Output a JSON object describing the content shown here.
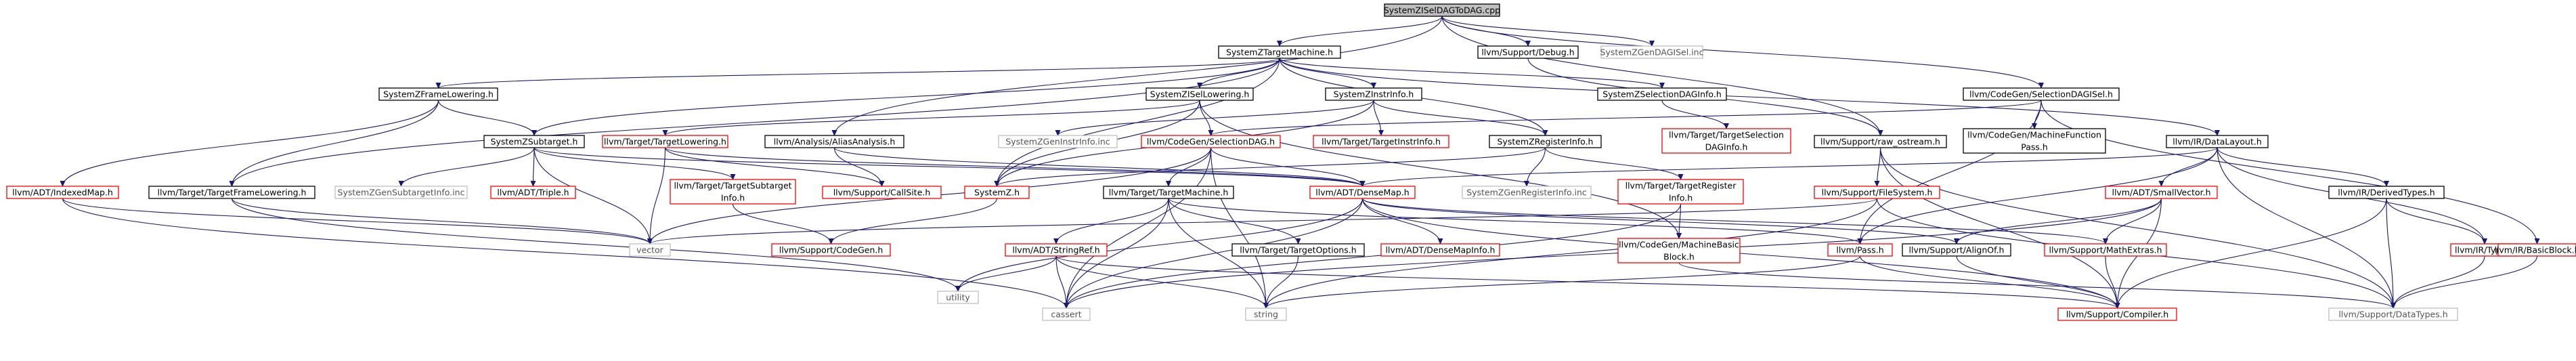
{
  "colors": {
    "edge": "#191970",
    "root_fill": "#bfbfbf",
    "node_border": "#000000",
    "external_node_border": "#bfbfbf",
    "red_node_border": "#ff0000",
    "background": "#ffffff"
  },
  "graph": {
    "nodes": [
      {
        "id": "root",
        "label": [
          "SystemZISelDAGToDAG.cpp"
        ],
        "kind": "root"
      },
      {
        "id": "tm",
        "label": [
          "SystemZTargetMachine.h"
        ],
        "kind": "normal"
      },
      {
        "id": "debug",
        "label": [
          "llvm/Support/Debug.h"
        ],
        "kind": "normal"
      },
      {
        "id": "gendagisel",
        "label": [
          "SystemZGenDAGISel.inc"
        ],
        "kind": "missing"
      },
      {
        "id": "framelowering",
        "label": [
          "SystemZFrameLowering.h"
        ],
        "kind": "normal"
      },
      {
        "id": "isellowering",
        "label": [
          "SystemZISelLowering.h"
        ],
        "kind": "normal"
      },
      {
        "id": "instrinfo",
        "label": [
          "SystemZInstrInfo.h"
        ],
        "kind": "normal"
      },
      {
        "id": "seldaginfo",
        "label": [
          "SystemZSelectionDAGInfo.h"
        ],
        "kind": "normal"
      },
      {
        "id": "cgseldagisel",
        "label": [
          "llvm/CodeGen/SelectionDAGISel.h"
        ],
        "kind": "normal"
      },
      {
        "id": "subtarget",
        "label": [
          "SystemZSubtarget.h"
        ],
        "kind": "normal"
      },
      {
        "id": "tlowering",
        "label": [
          "llvm/Target/TargetLowering.h"
        ],
        "kind": "red"
      },
      {
        "id": "aa",
        "label": [
          "llvm/Analysis/AliasAnalysis.h"
        ],
        "kind": "normal"
      },
      {
        "id": "geninstrinfo",
        "label": [
          "SystemZGenInstrInfo.inc"
        ],
        "kind": "missing"
      },
      {
        "id": "cgseldag",
        "label": [
          "llvm/CodeGen/SelectionDAG.h"
        ],
        "kind": "red"
      },
      {
        "id": "tinstrinfo",
        "label": [
          "llvm/Target/TargetInstrInfo.h"
        ],
        "kind": "red"
      },
      {
        "id": "reginfo",
        "label": [
          "SystemZRegisterInfo.h"
        ],
        "kind": "normal"
      },
      {
        "id": "tseldaginfo",
        "label": [
          "llvm/Target/TargetSelection",
          "DAGInfo.h"
        ],
        "kind": "red"
      },
      {
        "id": "cgmfpass",
        "label": [
          "llvm/CodeGen/MachineFunction",
          "Pass.h"
        ],
        "kind": "normal"
      },
      {
        "id": "rawostream",
        "label": [
          "llvm/Support/raw_ostream.h"
        ],
        "kind": "normal"
      },
      {
        "id": "datalayout",
        "label": [
          "llvm/IR/DataLayout.h"
        ],
        "kind": "normal"
      },
      {
        "id": "indexedmap",
        "label": [
          "llvm/ADT/IndexedMap.h"
        ],
        "kind": "red"
      },
      {
        "id": "tframelowering",
        "label": [
          "llvm/Target/TargetFrameLowering.h"
        ],
        "kind": "normal"
      },
      {
        "id": "gensubtargetinfo",
        "label": [
          "SystemZGenSubtargetInfo.inc"
        ],
        "kind": "missing"
      },
      {
        "id": "triple",
        "label": [
          "llvm/ADT/Triple.h"
        ],
        "kind": "red"
      },
      {
        "id": "tsubtargetinfo",
        "label": [
          "llvm/Target/TargetSubtarget",
          "Info.h"
        ],
        "kind": "red"
      },
      {
        "id": "callsite",
        "label": [
          "llvm/Support/CallSite.h"
        ],
        "kind": "red"
      },
      {
        "id": "systemzh",
        "label": [
          "SystemZ.h"
        ],
        "kind": "red"
      },
      {
        "id": "ttm",
        "label": [
          "llvm/Target/TargetMachine.h"
        ],
        "kind": "normal"
      },
      {
        "id": "densemap",
        "label": [
          "llvm/ADT/DenseMap.h"
        ],
        "kind": "red"
      },
      {
        "id": "genreginfo",
        "label": [
          "SystemZGenRegisterInfo.inc"
        ],
        "kind": "missing"
      },
      {
        "id": "tregisterinfo",
        "label": [
          "llvm/Target/TargetRegister",
          "Info.h"
        ],
        "kind": "red"
      },
      {
        "id": "filesystem",
        "label": [
          "llvm/Support/FileSystem.h"
        ],
        "kind": "red"
      },
      {
        "id": "smallvector",
        "label": [
          "llvm/ADT/SmallVector.h"
        ],
        "kind": "red"
      },
      {
        "id": "derivedtypes",
        "label": [
          "llvm/IR/DerivedTypes.h"
        ],
        "kind": "normal"
      },
      {
        "id": "vector",
        "label": [
          "vector"
        ],
        "kind": "missing"
      },
      {
        "id": "codegenh",
        "label": [
          "llvm/Support/CodeGen.h"
        ],
        "kind": "red"
      },
      {
        "id": "stringref",
        "label": [
          "llvm/ADT/StringRef.h"
        ],
        "kind": "red"
      },
      {
        "id": "targetoptions",
        "label": [
          "llvm/Target/TargetOptions.h"
        ],
        "kind": "normal"
      },
      {
        "id": "densemapinfo",
        "label": [
          "llvm/ADT/DenseMapInfo.h"
        ],
        "kind": "red"
      },
      {
        "id": "cgmbb",
        "label": [
          "llvm/CodeGen/MachineBasic",
          "Block.h"
        ],
        "kind": "red"
      },
      {
        "id": "pass",
        "label": [
          "llvm/Pass.h"
        ],
        "kind": "red"
      },
      {
        "id": "alignof",
        "label": [
          "llvm/Support/AlignOf.h"
        ],
        "kind": "normal"
      },
      {
        "id": "mathextras",
        "label": [
          "llvm/Support/MathExtras.h"
        ],
        "kind": "red"
      },
      {
        "id": "type",
        "label": [
          "llvm/IR/Type.h"
        ],
        "kind": "red"
      },
      {
        "id": "basicblock",
        "label": [
          "llvm/IR/BasicBlock.h"
        ],
        "kind": "red"
      },
      {
        "id": "utility",
        "label": [
          "utility"
        ],
        "kind": "missing"
      },
      {
        "id": "cassert",
        "label": [
          "cassert"
        ],
        "kind": "missing"
      },
      {
        "id": "string",
        "label": [
          "string"
        ],
        "kind": "missing"
      },
      {
        "id": "compiler",
        "label": [
          "llvm/Support/Compiler.h"
        ],
        "kind": "red"
      },
      {
        "id": "datatypes",
        "label": [
          "llvm/Support/DataTypes.h"
        ],
        "kind": "missing"
      }
    ],
    "edges": [
      [
        "root",
        "tm"
      ],
      [
        "root",
        "debug"
      ],
      [
        "root",
        "gendagisel"
      ],
      [
        "root",
        "cgseldagisel"
      ],
      [
        "root",
        "rawostream"
      ],
      [
        "root",
        "aa"
      ],
      [
        "tm",
        "framelowering"
      ],
      [
        "tm",
        "isellowering"
      ],
      [
        "tm",
        "instrinfo"
      ],
      [
        "tm",
        "seldaginfo"
      ],
      [
        "tm",
        "reginfo"
      ],
      [
        "tm",
        "tframelowering"
      ],
      [
        "tm",
        "datalayout"
      ],
      [
        "tm",
        "subtarget"
      ],
      [
        "tm",
        "systemzh"
      ],
      [
        "debug",
        "rawostream"
      ],
      [
        "cgseldagisel",
        "cgseldag"
      ],
      [
        "cgseldagisel",
        "cgmfpass"
      ],
      [
        "cgseldagisel",
        "basicblock"
      ],
      [
        "cgseldagisel",
        "pass"
      ],
      [
        "framelowering",
        "subtarget"
      ],
      [
        "framelowering",
        "tframelowering"
      ],
      [
        "framelowering",
        "indexedmap"
      ],
      [
        "isellowering",
        "systemzh"
      ],
      [
        "isellowering",
        "cgseldag"
      ],
      [
        "isellowering",
        "tlowering"
      ],
      [
        "isellowering",
        "cgmbb"
      ],
      [
        "instrinfo",
        "geninstrinfo"
      ],
      [
        "instrinfo",
        "tinstrinfo"
      ],
      [
        "instrinfo",
        "reginfo"
      ],
      [
        "instrinfo",
        "systemzh"
      ],
      [
        "seldaginfo",
        "tseldaginfo"
      ],
      [
        "subtarget",
        "gensubtargetinfo"
      ],
      [
        "subtarget",
        "triple"
      ],
      [
        "subtarget",
        "tsubtargetinfo"
      ],
      [
        "subtarget",
        "vector"
      ],
      [
        "subtarget",
        "densemap"
      ],
      [
        "tlowering",
        "callsite"
      ],
      [
        "tlowering",
        "densemap"
      ],
      [
        "tlowering",
        "vector"
      ],
      [
        "aa",
        "callsite"
      ],
      [
        "aa",
        "densemap"
      ],
      [
        "cgseldag",
        "ttm"
      ],
      [
        "cgseldag",
        "densemap"
      ],
      [
        "cgseldag",
        "vector"
      ],
      [
        "cgseldag",
        "cassert"
      ],
      [
        "cgseldag",
        "string"
      ],
      [
        "reginfo",
        "systemzh"
      ],
      [
        "reginfo",
        "genreginfo"
      ],
      [
        "reginfo",
        "tregisterinfo"
      ],
      [
        "tregisterinfo",
        "cgmbb"
      ],
      [
        "tregisterinfo",
        "cassert"
      ],
      [
        "rawostream",
        "filesystem"
      ],
      [
        "rawostream",
        "compiler"
      ],
      [
        "rawostream",
        "datatypes"
      ],
      [
        "datalayout",
        "smallvector"
      ],
      [
        "datalayout",
        "derivedtypes"
      ],
      [
        "datalayout",
        "densemap"
      ],
      [
        "datalayout",
        "pass"
      ],
      [
        "datalayout",
        "type"
      ],
      [
        "datalayout",
        "datatypes"
      ],
      [
        "indexedmap",
        "vector"
      ],
      [
        "indexedmap",
        "cassert"
      ],
      [
        "tframelowering",
        "utility"
      ],
      [
        "tframelowering",
        "vector"
      ],
      [
        "tsubtargetinfo",
        "codegenh"
      ],
      [
        "systemzh",
        "codegenh"
      ],
      [
        "ttm",
        "stringref"
      ],
      [
        "ttm",
        "targetoptions"
      ],
      [
        "ttm",
        "cassert"
      ],
      [
        "ttm",
        "string"
      ],
      [
        "ttm",
        "pass"
      ],
      [
        "densemap",
        "densemapinfo"
      ],
      [
        "densemap",
        "alignof"
      ],
      [
        "densemap",
        "mathextras"
      ],
      [
        "densemap",
        "utility"
      ],
      [
        "densemap",
        "cassert"
      ],
      [
        "densemap",
        "compiler"
      ],
      [
        "filesystem",
        "string"
      ],
      [
        "filesystem",
        "datatypes"
      ],
      [
        "filesystem",
        "vector"
      ],
      [
        "smallvector",
        "alignof"
      ],
      [
        "smallvector",
        "mathextras"
      ],
      [
        "smallvector",
        "compiler"
      ],
      [
        "smallvector",
        "cassert"
      ],
      [
        "derivedtypes",
        "type"
      ],
      [
        "derivedtypes",
        "compiler"
      ],
      [
        "derivedtypes",
        "datatypes"
      ],
      [
        "stringref",
        "utility"
      ],
      [
        "stringref",
        "cassert"
      ],
      [
        "stringref",
        "string"
      ],
      [
        "stringref",
        "compiler"
      ],
      [
        "targetoptions",
        "string"
      ],
      [
        "cgmbb",
        "datatypes"
      ],
      [
        "pass",
        "string"
      ],
      [
        "pass",
        "compiler"
      ],
      [
        "alignof",
        "compiler"
      ],
      [
        "mathextras",
        "compiler"
      ],
      [
        "type",
        "datatypes"
      ],
      [
        "basicblock",
        "datatypes"
      ]
    ]
  }
}
